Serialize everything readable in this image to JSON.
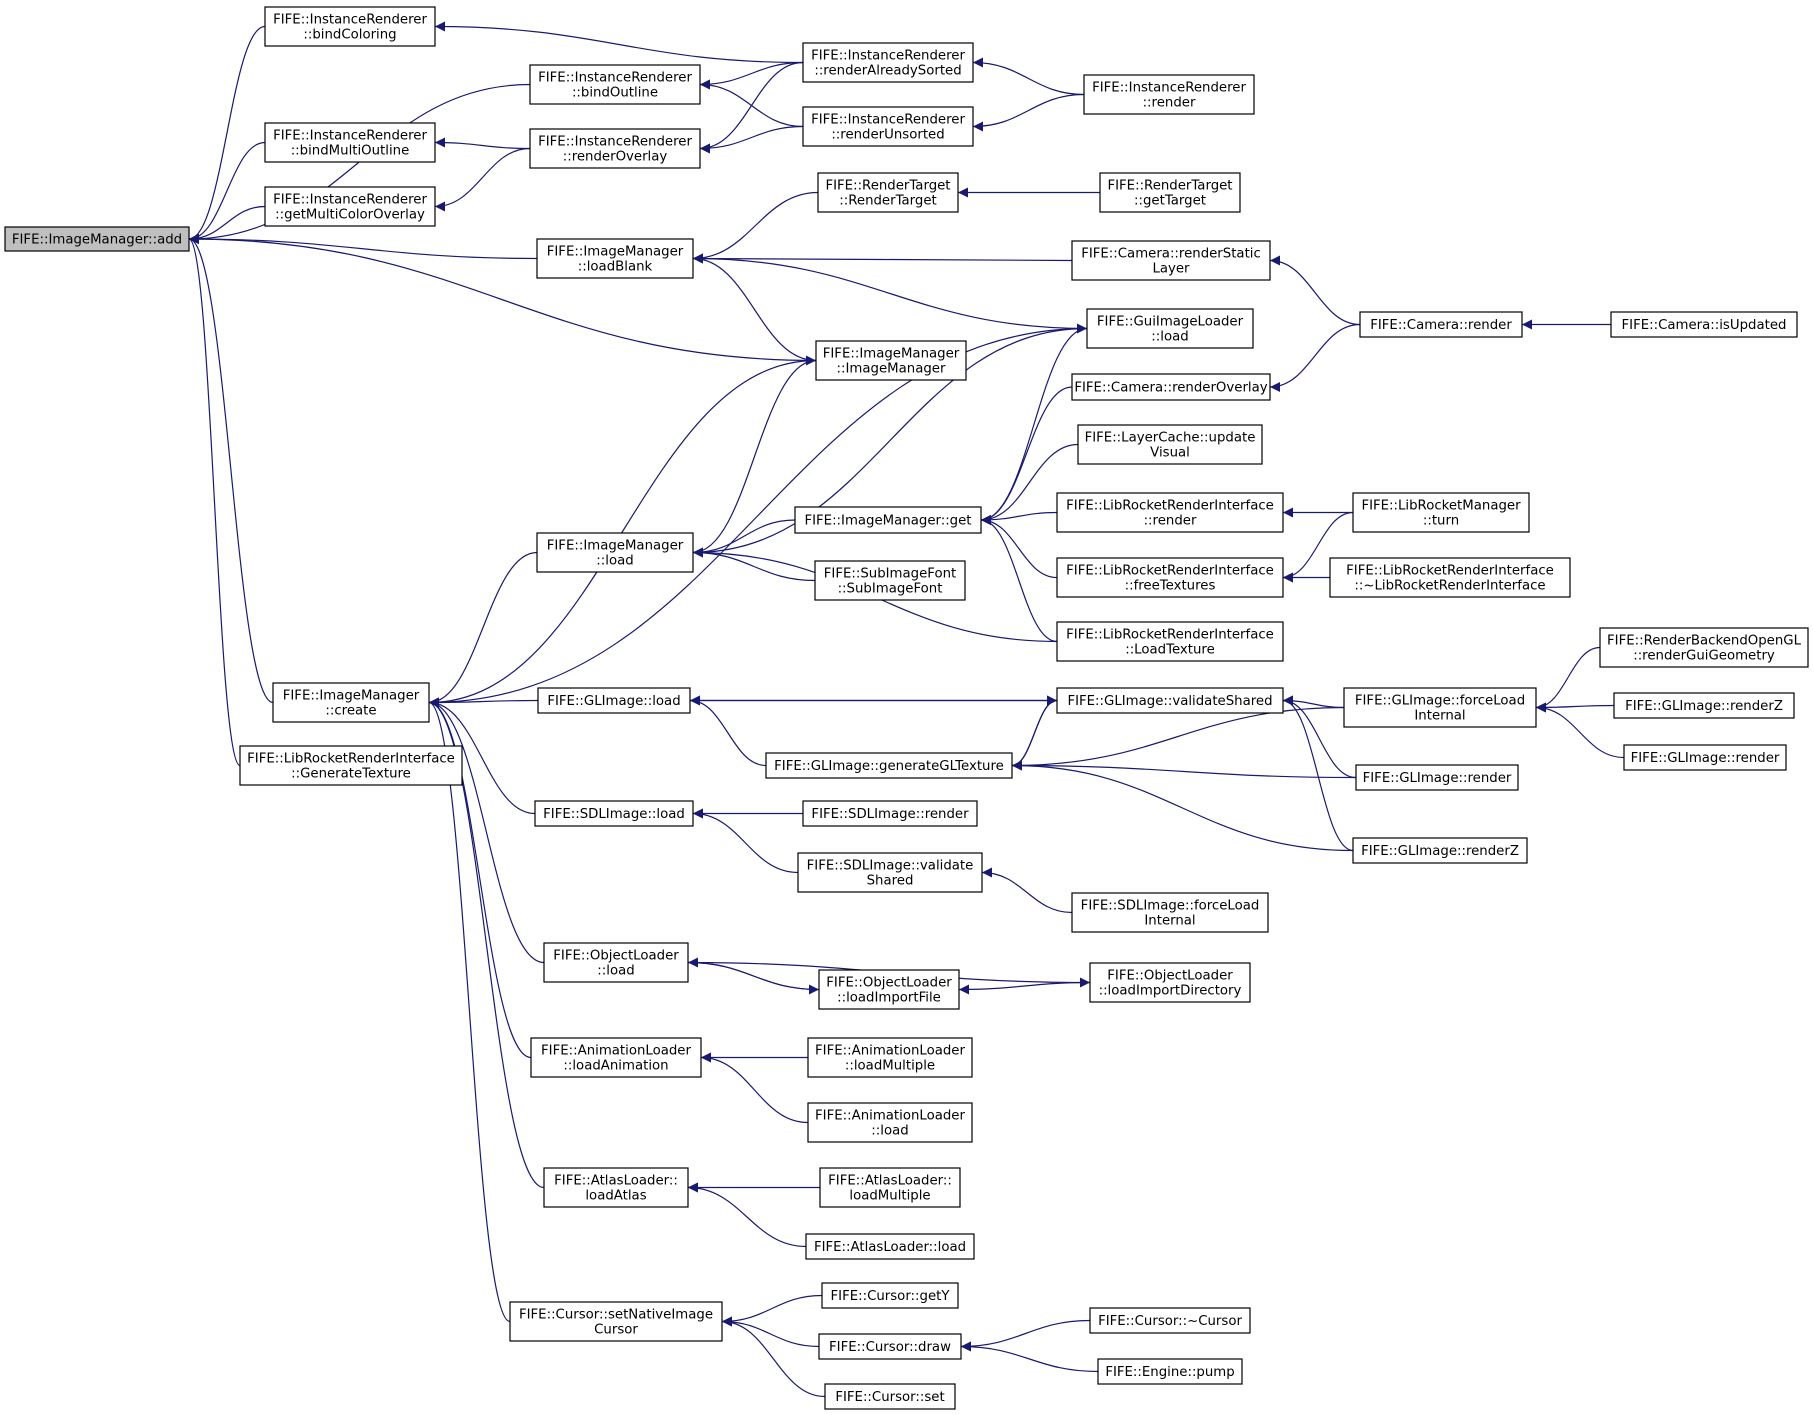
{
  "graph": {
    "edge_color": "#191970",
    "root_fill": "#bfbfbf",
    "nodes": [
      {
        "id": "add",
        "lines": [
          "FIFE::ImageManager::add"
        ],
        "root": true
      },
      {
        "id": "ir_bindColoring",
        "lines": [
          "FIFE::InstanceRenderer",
          "::bindColoring"
        ]
      },
      {
        "id": "ir_bindOutline",
        "lines": [
          "FIFE::InstanceRenderer",
          "::bindOutline"
        ]
      },
      {
        "id": "ir_bindMultiOutline",
        "lines": [
          "FIFE::InstanceRenderer",
          "::bindMultiOutline"
        ]
      },
      {
        "id": "ir_getMultiColorOverlay",
        "lines": [
          "FIFE::InstanceRenderer",
          "::getMultiColorOverlay"
        ]
      },
      {
        "id": "ir_renderOverlay",
        "lines": [
          "FIFE::InstanceRenderer",
          "::renderOverlay"
        ]
      },
      {
        "id": "ir_renderAlreadySorted",
        "lines": [
          "FIFE::InstanceRenderer",
          "::renderAlreadySorted"
        ]
      },
      {
        "id": "ir_renderUnsorted",
        "lines": [
          "FIFE::InstanceRenderer",
          "::renderUnsorted"
        ]
      },
      {
        "id": "ir_render",
        "lines": [
          "FIFE::InstanceRenderer",
          "::render"
        ]
      },
      {
        "id": "rt_ctor",
        "lines": [
          "FIFE::RenderTarget",
          "::RenderTarget"
        ]
      },
      {
        "id": "rt_getTarget",
        "lines": [
          "FIFE::RenderTarget",
          "::getTarget"
        ]
      },
      {
        "id": "im_loadBlank",
        "lines": [
          "FIFE::ImageManager",
          "::loadBlank"
        ]
      },
      {
        "id": "cam_renderStatic",
        "lines": [
          "FIFE::Camera::renderStatic",
          "Layer"
        ]
      },
      {
        "id": "cam_render",
        "lines": [
          "FIFE::Camera::render"
        ]
      },
      {
        "id": "cam_isUpdated",
        "lines": [
          "FIFE::Camera::isUpdated"
        ]
      },
      {
        "id": "gil_load",
        "lines": [
          "FIFE::GuiImageLoader",
          "::load"
        ]
      },
      {
        "id": "im_ctor",
        "lines": [
          "FIFE::ImageManager",
          "::ImageManager"
        ]
      },
      {
        "id": "cam_renderOverlay",
        "lines": [
          "FIFE::Camera::renderOverlay"
        ]
      },
      {
        "id": "lc_update",
        "lines": [
          "FIFE::LayerCache::update",
          "Visual"
        ]
      },
      {
        "id": "im_get",
        "lines": [
          "FIFE::ImageManager::get"
        ]
      },
      {
        "id": "lrri_render",
        "lines": [
          "FIFE::LibRocketRenderInterface",
          "::render"
        ]
      },
      {
        "id": "lrm_turn",
        "lines": [
          "FIFE::LibRocketManager",
          "::turn"
        ]
      },
      {
        "id": "im_load",
        "lines": [
          "FIFE::ImageManager",
          "::load"
        ]
      },
      {
        "id": "lrri_free",
        "lines": [
          "FIFE::LibRocketRenderInterface",
          "::freeTextures"
        ]
      },
      {
        "id": "lrri_dtor",
        "lines": [
          "FIFE::LibRocketRenderInterface",
          "::~LibRocketRenderInterface"
        ]
      },
      {
        "id": "sif_ctor",
        "lines": [
          "FIFE::SubImageFont",
          "::SubImageFont"
        ]
      },
      {
        "id": "lrri_loadTex",
        "lines": [
          "FIFE::LibRocketRenderInterface",
          "::LoadTexture"
        ]
      },
      {
        "id": "rbogl",
        "lines": [
          "FIFE::RenderBackendOpenGL",
          "::renderGuiGeometry"
        ]
      },
      {
        "id": "im_create",
        "lines": [
          "FIFE::ImageManager",
          "::create"
        ]
      },
      {
        "id": "gl_load",
        "lines": [
          "FIFE::GLImage::load"
        ]
      },
      {
        "id": "gl_validate",
        "lines": [
          "FIFE::GLImage::validateShared"
        ]
      },
      {
        "id": "gl_forceLoad",
        "lines": [
          "FIFE::GLImage::forceLoad",
          "Internal"
        ]
      },
      {
        "id": "gl_renderZ2",
        "lines": [
          "FIFE::GLImage::renderZ"
        ]
      },
      {
        "id": "lrri_genTex",
        "lines": [
          "FIFE::LibRocketRenderInterface",
          "::GenerateTexture"
        ]
      },
      {
        "id": "gl_render2",
        "lines": [
          "FIFE::GLImage::render"
        ]
      },
      {
        "id": "gl_genTex",
        "lines": [
          "FIFE::GLImage::generateGLTexture"
        ]
      },
      {
        "id": "gl_render",
        "lines": [
          "FIFE::GLImage::render"
        ]
      },
      {
        "id": "sdl_load",
        "lines": [
          "FIFE::SDLImage::load"
        ]
      },
      {
        "id": "sdl_render",
        "lines": [
          "FIFE::SDLImage::render"
        ]
      },
      {
        "id": "gl_renderZ",
        "lines": [
          "FIFE::GLImage::renderZ"
        ]
      },
      {
        "id": "sdl_validate",
        "lines": [
          "FIFE::SDLImage::validate",
          "Shared"
        ]
      },
      {
        "id": "sdl_forceLoad",
        "lines": [
          "FIFE::SDLImage::forceLoad",
          "Internal"
        ]
      },
      {
        "id": "ol_load",
        "lines": [
          "FIFE::ObjectLoader",
          "::load"
        ]
      },
      {
        "id": "ol_loadImportFile",
        "lines": [
          "FIFE::ObjectLoader",
          "::loadImportFile"
        ]
      },
      {
        "id": "ol_loadImportDir",
        "lines": [
          "FIFE::ObjectLoader",
          "::loadImportDirectory"
        ]
      },
      {
        "id": "al_loadAnim",
        "lines": [
          "FIFE::AnimationLoader",
          "::loadAnimation"
        ]
      },
      {
        "id": "al_loadMultiple",
        "lines": [
          "FIFE::AnimationLoader",
          "::loadMultiple"
        ]
      },
      {
        "id": "al_load",
        "lines": [
          "FIFE::AnimationLoader",
          "::load"
        ]
      },
      {
        "id": "atl_loadAtlas",
        "lines": [
          "FIFE::AtlasLoader::",
          "loadAtlas"
        ]
      },
      {
        "id": "atl_loadMultiple",
        "lines": [
          "FIFE::AtlasLoader::",
          "loadMultiple"
        ]
      },
      {
        "id": "atl_load",
        "lines": [
          "FIFE::AtlasLoader::load"
        ]
      },
      {
        "id": "cur_getY",
        "lines": [
          "FIFE::Cursor::getY"
        ]
      },
      {
        "id": "cur_setNative",
        "lines": [
          "FIFE::Cursor::setNativeImage",
          "Cursor"
        ]
      },
      {
        "id": "cur_dtor",
        "lines": [
          "FIFE::Cursor::~Cursor"
        ]
      },
      {
        "id": "cur_draw",
        "lines": [
          "FIFE::Cursor::draw"
        ]
      },
      {
        "id": "eng_pump",
        "lines": [
          "FIFE::Engine::pump"
        ]
      },
      {
        "id": "cur_set",
        "lines": [
          "FIFE::Cursor::set"
        ]
      }
    ],
    "edges": [
      {
        "from": "ir_bindColoring",
        "to": "add"
      },
      {
        "from": "ir_bindOutline",
        "to": "add"
      },
      {
        "from": "ir_bindMultiOutline",
        "to": "add"
      },
      {
        "from": "ir_getMultiColorOverlay",
        "to": "add"
      },
      {
        "from": "im_loadBlank",
        "to": "add"
      },
      {
        "from": "im_ctor",
        "to": "add"
      },
      {
        "from": "im_create",
        "to": "add"
      },
      {
        "from": "lrri_genTex",
        "to": "add"
      },
      {
        "from": "ir_renderAlreadySorted",
        "to": "ir_bindColoring"
      },
      {
        "from": "ir_renderAlreadySorted",
        "to": "ir_bindOutline"
      },
      {
        "from": "ir_renderUnsorted",
        "to": "ir_bindOutline"
      },
      {
        "from": "ir_renderOverlay",
        "to": "ir_bindMultiOutline"
      },
      {
        "from": "ir_renderOverlay",
        "to": "ir_getMultiColorOverlay"
      },
      {
        "from": "ir_renderAlreadySorted",
        "to": "ir_renderOverlay"
      },
      {
        "from": "ir_renderUnsorted",
        "to": "ir_renderOverlay"
      },
      {
        "from": "ir_render",
        "to": "ir_renderAlreadySorted"
      },
      {
        "from": "ir_render",
        "to": "ir_renderUnsorted"
      },
      {
        "from": "rt_ctor",
        "to": "im_loadBlank"
      },
      {
        "from": "cam_renderStatic",
        "to": "im_loadBlank"
      },
      {
        "from": "gil_load",
        "to": "im_loadBlank"
      },
      {
        "from": "im_ctor",
        "to": "im_loadBlank"
      },
      {
        "from": "rt_getTarget",
        "to": "rt_ctor"
      },
      {
        "from": "cam_render",
        "to": "cam_renderStatic"
      },
      {
        "from": "cam_render",
        "to": "cam_renderOverlay"
      },
      {
        "from": "cam_isUpdated",
        "to": "cam_render"
      },
      {
        "from": "im_load",
        "to": "im_ctor"
      },
      {
        "from": "im_load",
        "to": "gil_load"
      },
      {
        "from": "gil_load",
        "to": "im_get"
      },
      {
        "from": "cam_renderOverlay",
        "to": "im_get"
      },
      {
        "from": "lc_update",
        "to": "im_get"
      },
      {
        "from": "lrri_render",
        "to": "im_get"
      },
      {
        "from": "lrri_free",
        "to": "im_get"
      },
      {
        "from": "lrri_loadTex",
        "to": "im_get"
      },
      {
        "from": "im_get",
        "to": "im_load"
      },
      {
        "from": "sif_ctor",
        "to": "im_load"
      },
      {
        "from": "lrri_loadTex",
        "to": "im_load"
      },
      {
        "from": "lrm_turn",
        "to": "lrri_render"
      },
      {
        "from": "lrm_turn",
        "to": "lrri_free"
      },
      {
        "from": "lrri_dtor",
        "to": "lrri_free"
      },
      {
        "from": "im_load",
        "to": "im_create"
      },
      {
        "from": "im_ctor",
        "to": "im_create"
      },
      {
        "from": "gil_load",
        "to": "im_create"
      },
      {
        "from": "gl_load",
        "to": "im_create"
      },
      {
        "from": "sdl_load",
        "to": "im_create"
      },
      {
        "from": "ol_load",
        "to": "im_create"
      },
      {
        "from": "al_loadAnim",
        "to": "im_create"
      },
      {
        "from": "atl_loadAtlas",
        "to": "im_create"
      },
      {
        "from": "cur_setNative",
        "to": "im_create"
      },
      {
        "from": "gl_validate",
        "to": "gl_load"
      },
      {
        "from": "gl_genTex",
        "to": "gl_load"
      },
      {
        "from": "gl_load",
        "to": "gl_validate"
      },
      {
        "from": "gl_genTex",
        "to": "gl_validate"
      },
      {
        "from": "gl_forceLoad",
        "to": "gl_validate"
      },
      {
        "from": "gl_render",
        "to": "gl_validate"
      },
      {
        "from": "gl_renderZ",
        "to": "gl_validate"
      },
      {
        "from": "gl_validate",
        "to": "gl_genTex"
      },
      {
        "from": "gl_forceLoad",
        "to": "gl_genTex"
      },
      {
        "from": "gl_render",
        "to": "gl_genTex"
      },
      {
        "from": "gl_renderZ",
        "to": "gl_genTex"
      },
      {
        "from": "rbogl",
        "to": "gl_forceLoad"
      },
      {
        "from": "gl_renderZ2",
        "to": "gl_forceLoad"
      },
      {
        "from": "gl_render2",
        "to": "gl_forceLoad"
      },
      {
        "from": "sdl_render",
        "to": "sdl_load"
      },
      {
        "from": "sdl_validate",
        "to": "sdl_load"
      },
      {
        "from": "sdl_forceLoad",
        "to": "sdl_validate"
      },
      {
        "from": "ol_loadImportFile",
        "to": "ol_load"
      },
      {
        "from": "ol_load",
        "to": "ol_loadImportFile"
      },
      {
        "from": "ol_loadImportDir",
        "to": "ol_loadImportFile"
      },
      {
        "from": "ol_load",
        "to": "ol_loadImportDir"
      },
      {
        "from": "al_loadMultiple",
        "to": "al_loadAnim"
      },
      {
        "from": "al_load",
        "to": "al_loadAnim"
      },
      {
        "from": "atl_loadMultiple",
        "to": "atl_loadAtlas"
      },
      {
        "from": "atl_load",
        "to": "atl_loadAtlas"
      },
      {
        "from": "cur_getY",
        "to": "cur_setNative"
      },
      {
        "from": "cur_draw",
        "to": "cur_setNative"
      },
      {
        "from": "cur_set",
        "to": "cur_setNative"
      },
      {
        "from": "cur_dtor",
        "to": "cur_draw"
      },
      {
        "from": "eng_pump",
        "to": "cur_draw"
      }
    ]
  }
}
